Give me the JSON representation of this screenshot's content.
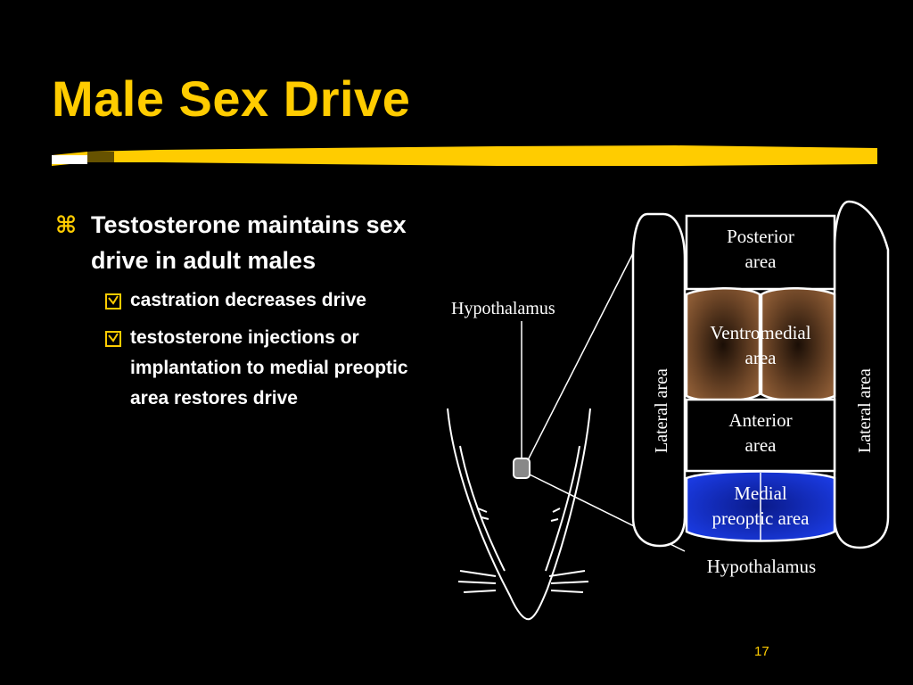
{
  "slide": {
    "title": "Male Sex Drive",
    "page_number": "17"
  },
  "bullets": {
    "main": {
      "glyph": "⌘",
      "text": "Testosterone maintains sex drive in adult males"
    },
    "sub": [
      {
        "icon": "check-box-icon",
        "text": "castration decreases drive"
      },
      {
        "icon": "check-box-icon",
        "text": "testosterone injections or implantation to medial preoptic area restores drive"
      }
    ]
  },
  "diagram": {
    "callout_label": "Hypothalamus",
    "regions": {
      "posterior": [
        "Posterior",
        "area"
      ],
      "ventromedial": [
        "Ventromedial",
        "area"
      ],
      "anterior": [
        "Anterior",
        "area"
      ],
      "medial_preoptic": [
        "Medial",
        "preoptic area"
      ],
      "lateral_left": "Lateral area",
      "lateral_right": "Lateral area"
    },
    "caption": "Hypothalamus"
  },
  "colors": {
    "background": "#000000",
    "title": "#ffcc00",
    "text": "#ffffff",
    "ventromedial_fill": "#6b4426",
    "medial_preoptic_fill": "#1630c8"
  }
}
